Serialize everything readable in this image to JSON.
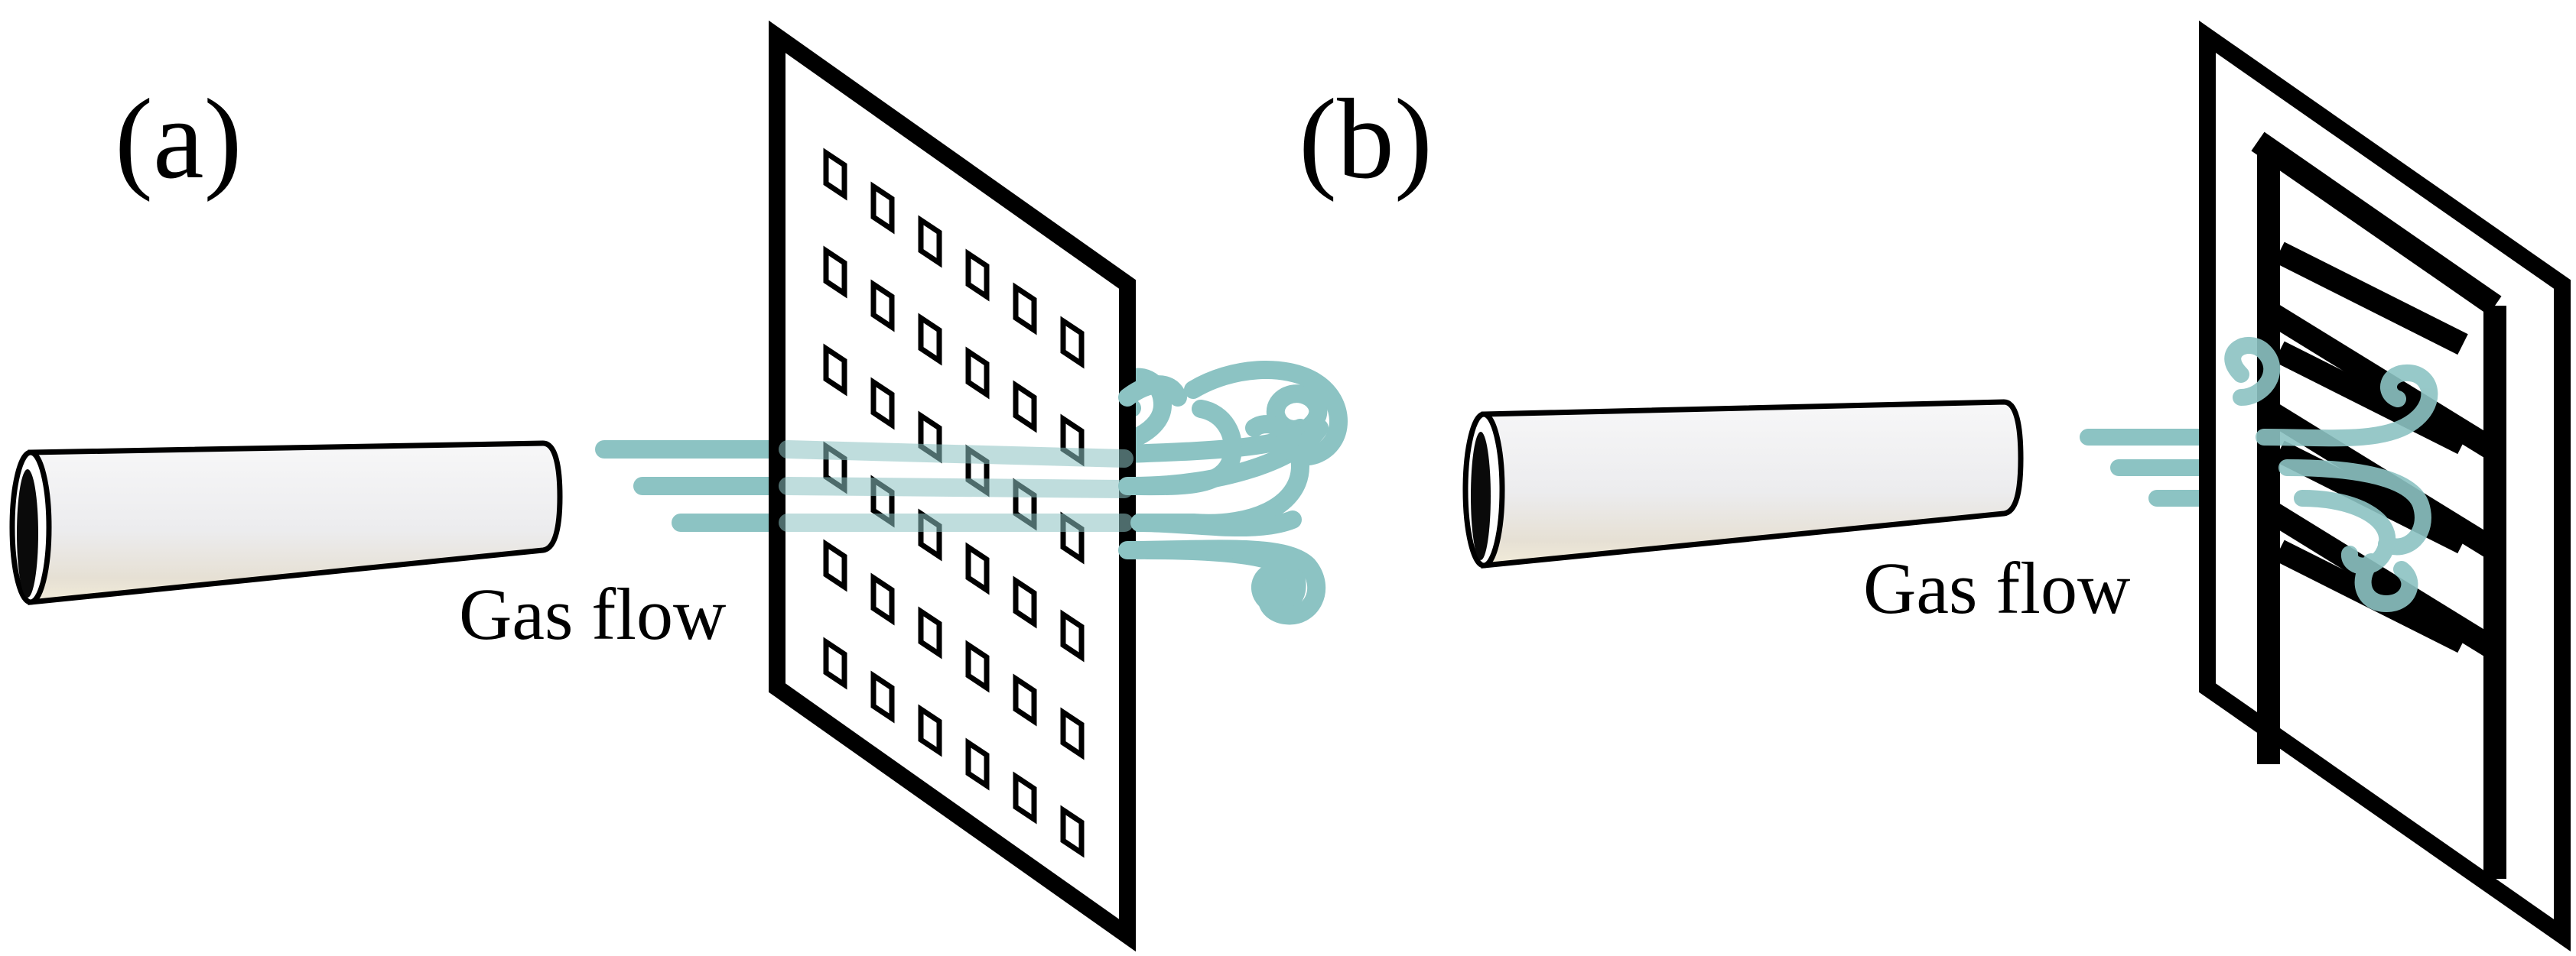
{
  "colors": {
    "gas": "#8cc3c3",
    "outline": "#000000",
    "tube_fill_light": "#fbfbfb",
    "tube_fill_shade": "#e9e9ea",
    "tube_rim": "#d9cfb8"
  },
  "panels": [
    {
      "label": "(a)",
      "flow_label": "Gas flow",
      "electrode": "grid of square holes",
      "hole_rows": 6,
      "hole_cols": 6
    },
    {
      "label": "(b)",
      "flow_label": "Gas flow",
      "electrode": "interdigitated comb",
      "upper_fingers": 4,
      "lower_fingers": 3
    }
  ]
}
